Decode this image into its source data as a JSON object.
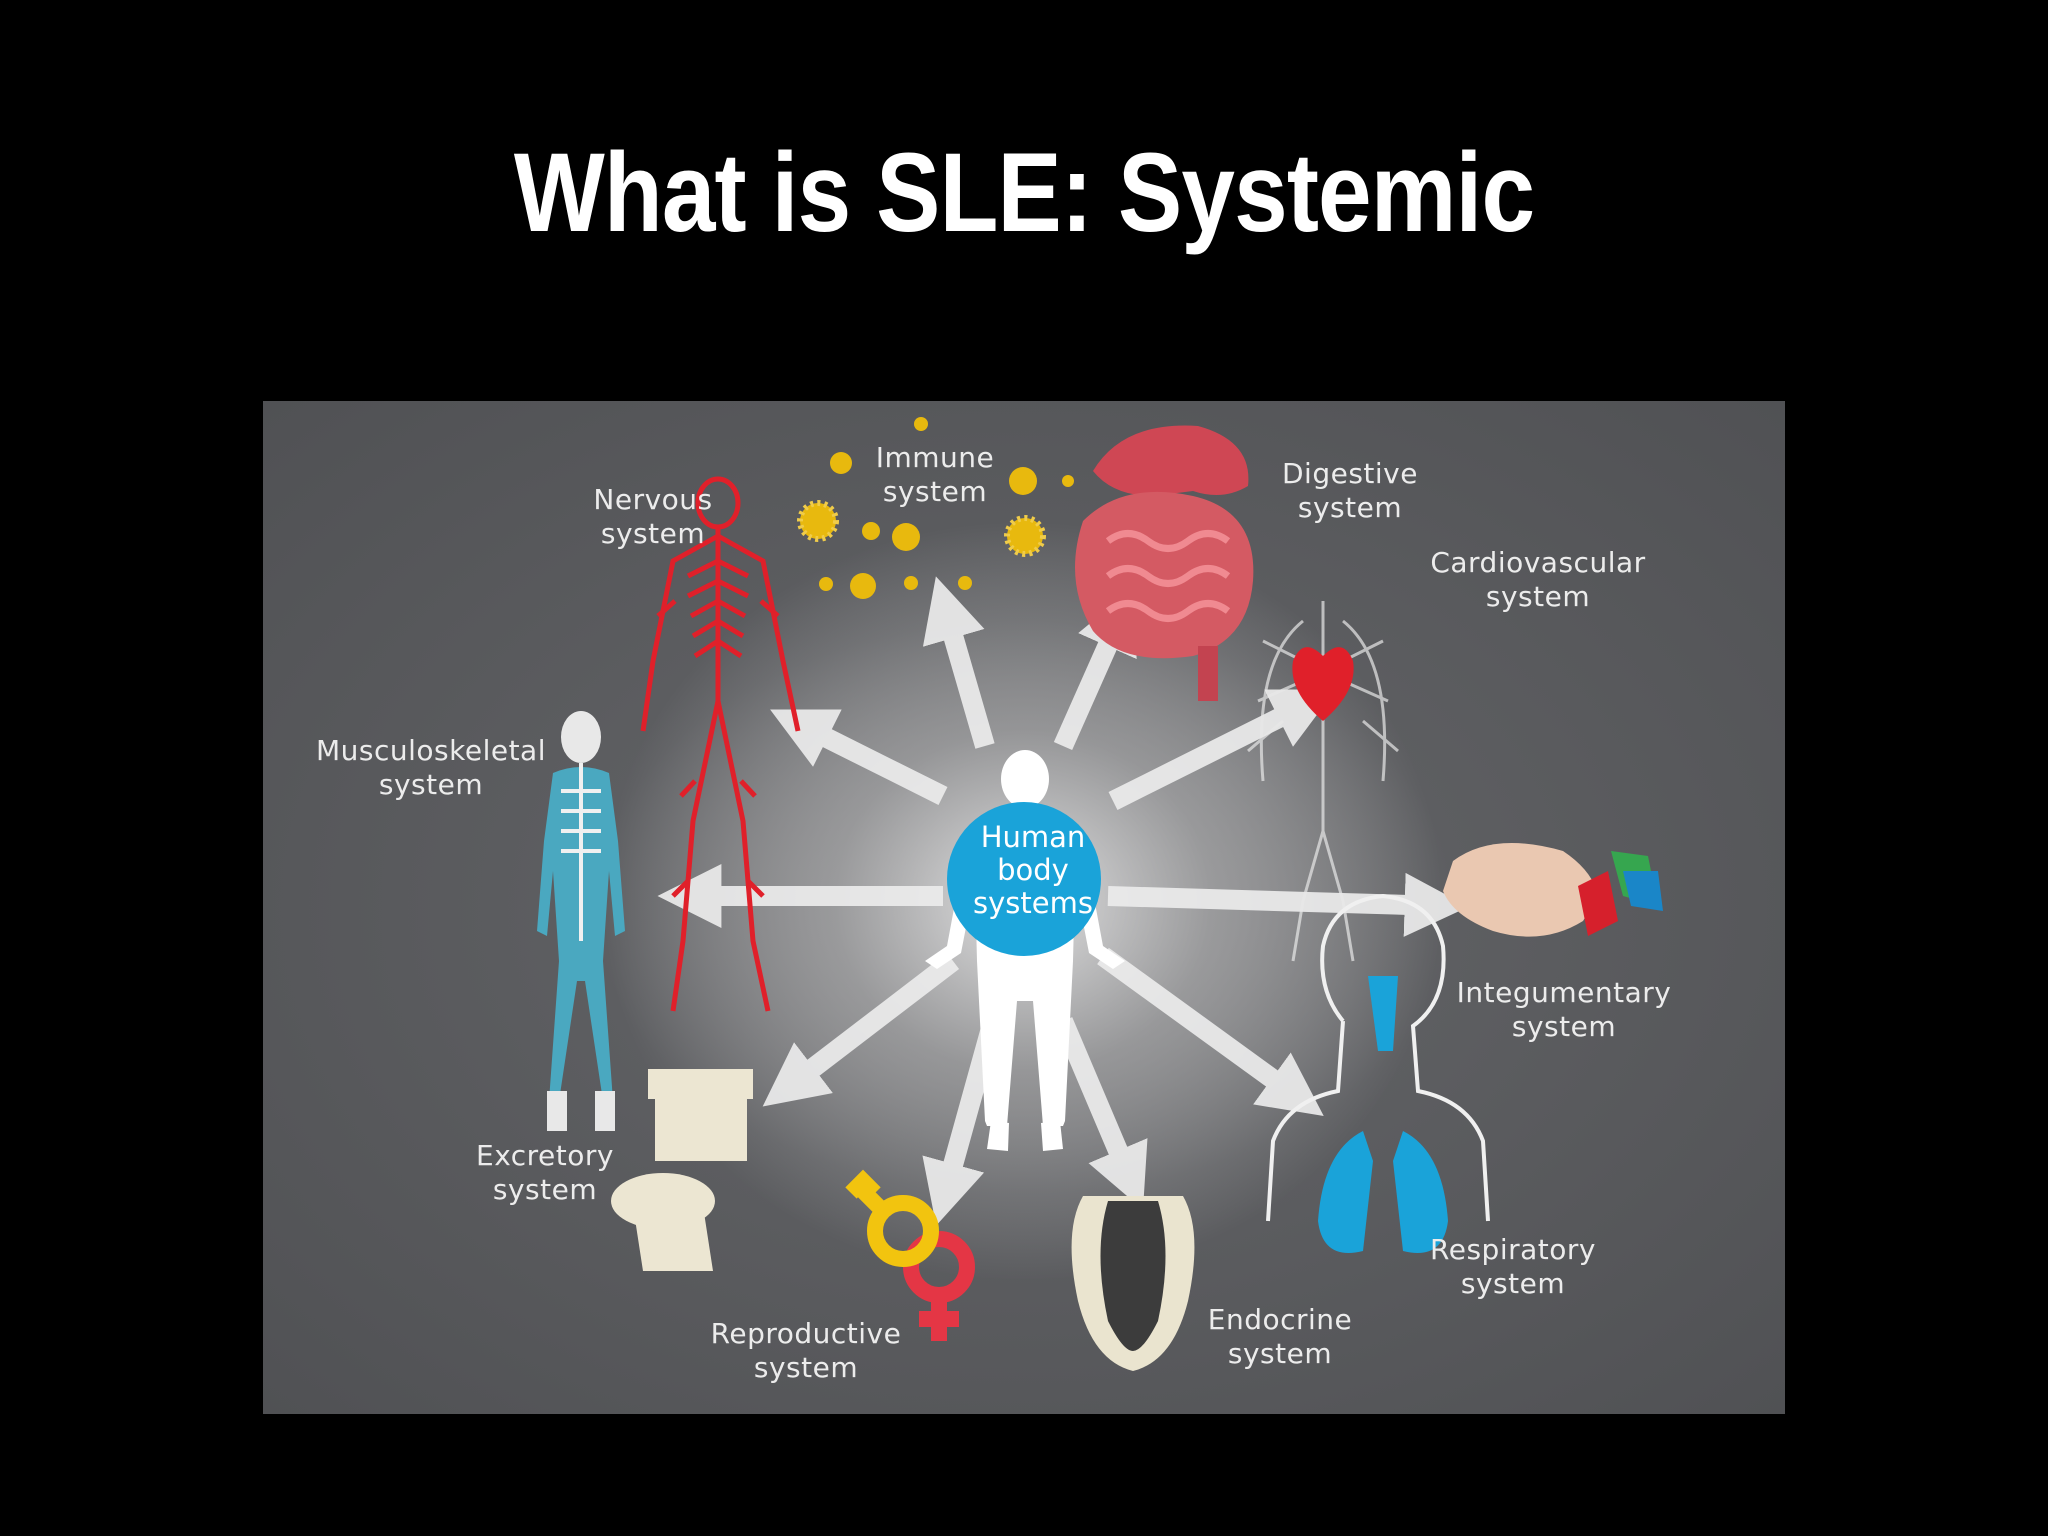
{
  "slide": {
    "title": "What is SLE: Systemic"
  },
  "diagram": {
    "hub_label": "Human\nbody\nsystems",
    "hub_color": "#1aa3d9",
    "systems": {
      "nervous": "Nervous\nsystem",
      "immune": "Immune\nsystem",
      "digestive": "Digestive\nsystem",
      "cardiovascular": "Cardiovascular\nsystem",
      "musculoskeletal": "Musculoskeletal\nsystem",
      "integumentary": "Integumentary\nsystem",
      "excretory": "Excretory\nsystem",
      "respiratory": "Respiratory\nsystem",
      "reproductive": "Reproductive\nsystem",
      "endocrine": "Endocrine\nsystem"
    },
    "colors": {
      "background": "#000000",
      "panel": "#5d5e61",
      "nervous_red": "#e0202a",
      "immune_yellow": "#e8b90e",
      "digestive_pink": "#d9505c",
      "skeleton_teal": "#4aa8c0",
      "respiratory_blue": "#1aa3d9",
      "toilet_cream": "#ece6d2",
      "male_yellow": "#f2c40f",
      "female_red": "#e43645"
    },
    "icons": [
      "human-figure-icon",
      "nervous-system-icon",
      "immune-cells-icon",
      "stomach-intestines-icon",
      "heart-vessels-icon",
      "skeleton-muscles-icon",
      "hand-skin-icon",
      "toilet-icon",
      "lungs-head-icon",
      "gender-symbols-icon",
      "gland-icon"
    ]
  }
}
